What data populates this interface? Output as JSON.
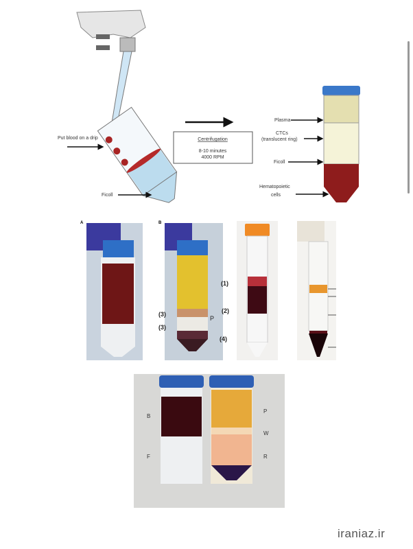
{
  "diagram": {
    "left_labels": {
      "blood": "Put blood on a drip",
      "ficoll": "Ficoll"
    },
    "box": {
      "title": "Centrifugation",
      "line1": "8-10 minutes",
      "line2": "4000 RPM"
    },
    "right_labels": {
      "plasma": "Plasma",
      "ctcs": "CTCs",
      "ctcs_note": "(translucent ring)",
      "ficoll": "Ficoll",
      "hema1": "Hematopoietic",
      "hema2": "cells"
    }
  },
  "photos": {
    "panel_a": "A",
    "panel_b": "B",
    "b_labels": [
      "(1)",
      "(2)",
      "(3)",
      "(3)",
      "(4)",
      "P"
    ],
    "bottom_labels": {
      "left_top": "B",
      "left_bottom": "F",
      "right_top": "P",
      "right_mid": "W",
      "right_bottom": "R"
    }
  },
  "watermark": "iraniaz.ir",
  "colors": {
    "blood": "#7a1a1a",
    "plasma": "#e8c23a",
    "cap_blue": "#2f6fc4",
    "cap_orange": "#f08a24"
  }
}
